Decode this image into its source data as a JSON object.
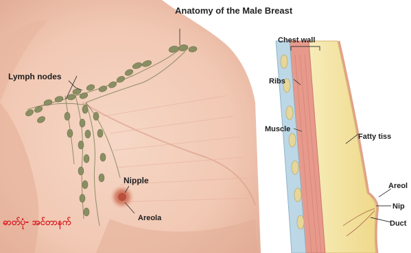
{
  "title": "Anatomy of the Male Breast",
  "labels": {
    "lymph_nodes": "Lymph nodes",
    "nipple_front": "Nipple",
    "areola_front": "Areola",
    "chest_wall": "Chest wall",
    "ribs": "Ribs",
    "muscle": "Muscle",
    "fatty_tissue": "Fatty tiss",
    "areola_side": "Areol",
    "nipple_side": "Nip",
    "duct": "Duct"
  },
  "credit": "ဓာတ်ပုံ- အင်တာနက်",
  "colors": {
    "skin": "#f3cfbd",
    "skin_shadow": "#e2ab94",
    "lymph_node": "#8a8f63",
    "muscle": "#e79a8c",
    "fat": "#f4e6a7",
    "credit_text": "#d8141a"
  }
}
